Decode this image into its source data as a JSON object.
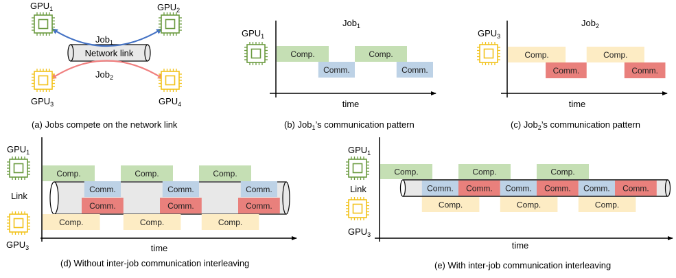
{
  "colors": {
    "gpu_green": "#6a9a3f",
    "gpu_yellow": "#f2c21a",
    "comp_green": "#c5dfb4",
    "comm_blue": "#bdd2e6",
    "comp_yellow": "#fdecc4",
    "comm_red": "#e9807c",
    "job1_arrow": "#4472c4",
    "job2_arrow": "#f08080",
    "link_fill": "#e8e8e8"
  },
  "panel_a": {
    "caption": "(a) Jobs compete on the network link",
    "link_label": "Network link",
    "job1": {
      "base": "Job",
      "sub": "1"
    },
    "job2": {
      "base": "Job",
      "sub": "2"
    },
    "gpus": [
      {
        "base": "GPU",
        "sub": "1",
        "color": "green"
      },
      {
        "base": "GPU",
        "sub": "2",
        "color": "green"
      },
      {
        "base": "GPU",
        "sub": "3",
        "color": "yellow"
      },
      {
        "base": "GPU",
        "sub": "4",
        "color": "yellow"
      }
    ]
  },
  "panel_b": {
    "caption_pre": "(b) Job",
    "caption_sub": "1",
    "caption_post": "’s communication pattern",
    "title": {
      "base": "Job",
      "sub": "1"
    },
    "gpu": {
      "base": "GPU",
      "sub": "1"
    },
    "xlabel": "time",
    "blocks": [
      {
        "label": "Comp.",
        "kind": "comp1",
        "row": 0,
        "start": 0,
        "end": 1.0
      },
      {
        "label": "Comm.",
        "kind": "comm1",
        "row": 1,
        "start": 0.8,
        "end": 1.5
      },
      {
        "label": "Comp.",
        "kind": "comp1",
        "row": 0,
        "start": 1.5,
        "end": 2.5
      },
      {
        "label": "Comm.",
        "kind": "comm1",
        "row": 1,
        "start": 2.3,
        "end": 3.0
      }
    ]
  },
  "panel_c": {
    "caption_pre": "(c) Job",
    "caption_sub": "2",
    "caption_post": "’s communication pattern",
    "title": {
      "base": "Job",
      "sub": "2"
    },
    "gpu": {
      "base": "GPU",
      "sub": "3"
    },
    "xlabel": "time",
    "blocks": [
      {
        "label": "Comp.",
        "kind": "comp2",
        "row": 0,
        "start": 0,
        "end": 1.1
      },
      {
        "label": "Comm.",
        "kind": "comm2",
        "row": 1,
        "start": 0.72,
        "end": 1.5
      },
      {
        "label": "Comp.",
        "kind": "comp2",
        "row": 0,
        "start": 1.5,
        "end": 2.6
      },
      {
        "label": "Comm.",
        "kind": "comm2",
        "row": 1,
        "start": 2.22,
        "end": 3.0
      }
    ]
  },
  "panel_d": {
    "caption": "(d) Without inter-job communication interleaving",
    "gpu_top": {
      "base": "GPU",
      "sub": "1"
    },
    "gpu_bottom": {
      "base": "GPU",
      "sub": "3"
    },
    "link_label": "Link",
    "xlabel": "time",
    "blocks": [
      {
        "label": "Comp.",
        "kind": "comp1",
        "row": 0,
        "start": 0,
        "end": 1.0
      },
      {
        "label": "Comm.",
        "kind": "comm1",
        "row": 1,
        "start": 0.8,
        "end": 1.5
      },
      {
        "label": "Comm.",
        "kind": "comm2",
        "row": 2,
        "start": 0.75,
        "end": 1.55
      },
      {
        "label": "Comp.",
        "kind": "comp2",
        "row": 3,
        "start": 0,
        "end": 1.1
      },
      {
        "label": "Comp.",
        "kind": "comp1",
        "row": 0,
        "start": 1.5,
        "end": 2.5
      },
      {
        "label": "Comm.",
        "kind": "comm1",
        "row": 1,
        "start": 2.3,
        "end": 3.0
      },
      {
        "label": "Comm.",
        "kind": "comm2",
        "row": 2,
        "start": 2.25,
        "end": 3.05
      },
      {
        "label": "Comp.",
        "kind": "comp2",
        "row": 3,
        "start": 1.55,
        "end": 2.65
      },
      {
        "label": "Comp.",
        "kind": "comp1",
        "row": 0,
        "start": 3.0,
        "end": 4.0
      },
      {
        "label": "Comm.",
        "kind": "comm1",
        "row": 1,
        "start": 3.8,
        "end": 4.5
      },
      {
        "label": "Comm.",
        "kind": "comm2",
        "row": 2,
        "start": 3.75,
        "end": 4.55
      },
      {
        "label": "Comp.",
        "kind": "comp2",
        "row": 3,
        "start": 3.05,
        "end": 4.15
      }
    ]
  },
  "panel_e": {
    "caption": "(e) With inter-job communication interleaving",
    "gpu_top": {
      "base": "GPU",
      "sub": "1"
    },
    "gpu_bottom": {
      "base": "GPU",
      "sub": "3"
    },
    "link_label": "Link",
    "xlabel": "time",
    "blocks": [
      {
        "label": "Comp.",
        "kind": "comp1",
        "row": 0,
        "start": 0,
        "end": 1.0
      },
      {
        "label": "Comm.",
        "kind": "comm1",
        "row": 1,
        "start": 0.8,
        "end": 1.5
      },
      {
        "label": "Comm.",
        "kind": "comm2",
        "row": 1,
        "start": 1.5,
        "end": 2.3
      },
      {
        "label": "Comp.",
        "kind": "comp2",
        "row": 2,
        "start": 0.8,
        "end": 1.9
      },
      {
        "label": "Comp.",
        "kind": "comp1",
        "row": 0,
        "start": 1.5,
        "end": 2.5
      },
      {
        "label": "Comm.",
        "kind": "comm1",
        "row": 1,
        "start": 2.3,
        "end": 3.0
      },
      {
        "label": "Comm.",
        "kind": "comm2",
        "row": 1,
        "start": 3.0,
        "end": 3.8
      },
      {
        "label": "Comp.",
        "kind": "comp2",
        "row": 2,
        "start": 2.3,
        "end": 3.4
      },
      {
        "label": "Comp.",
        "kind": "comp1",
        "row": 0,
        "start": 3.0,
        "end": 4.0
      },
      {
        "label": "Comm.",
        "kind": "comm1",
        "row": 1,
        "start": 3.8,
        "end": 4.5
      },
      {
        "label": "Comm.",
        "kind": "comm2",
        "row": 1,
        "start": 4.5,
        "end": 5.3
      },
      {
        "label": "Comp.",
        "kind": "comp2",
        "row": 2,
        "start": 3.8,
        "end": 4.9
      }
    ]
  }
}
